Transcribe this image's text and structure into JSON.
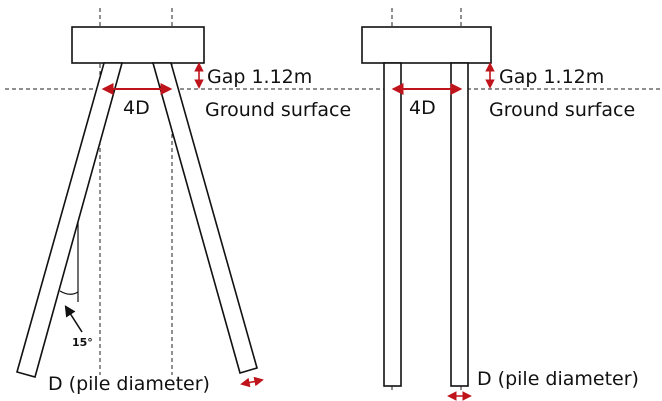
{
  "left_group": {
    "gap_label": "Gap 1.12m",
    "spacing_label": "4D",
    "ground_label": "Ground surface",
    "angle_label": "15°",
    "diameter_label": "D (pile diameter)"
  },
  "right_group": {
    "gap_label": "Gap 1.12m",
    "spacing_label": "4D",
    "ground_label": "Ground surface",
    "diameter_label": "D (pile diameter)"
  },
  "colors": {
    "annotation": "#c0141c",
    "outline": "#111111"
  }
}
